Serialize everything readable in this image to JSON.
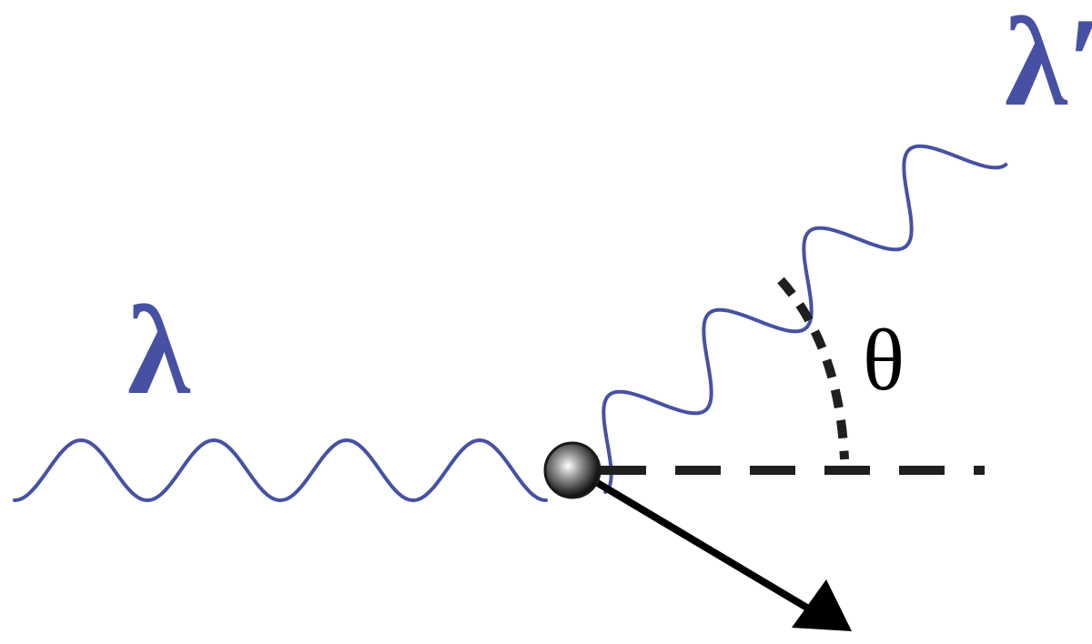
{
  "labels": {
    "incident_wavelength": "λ",
    "scattered_wavelength": "λ′",
    "angle": "θ"
  },
  "colors": {
    "wave": "#4651a3",
    "ink": "#000000",
    "dash": "#1f1f1f",
    "particle_highlight": "#ffffff",
    "particle_shadow": "#000000"
  }
}
